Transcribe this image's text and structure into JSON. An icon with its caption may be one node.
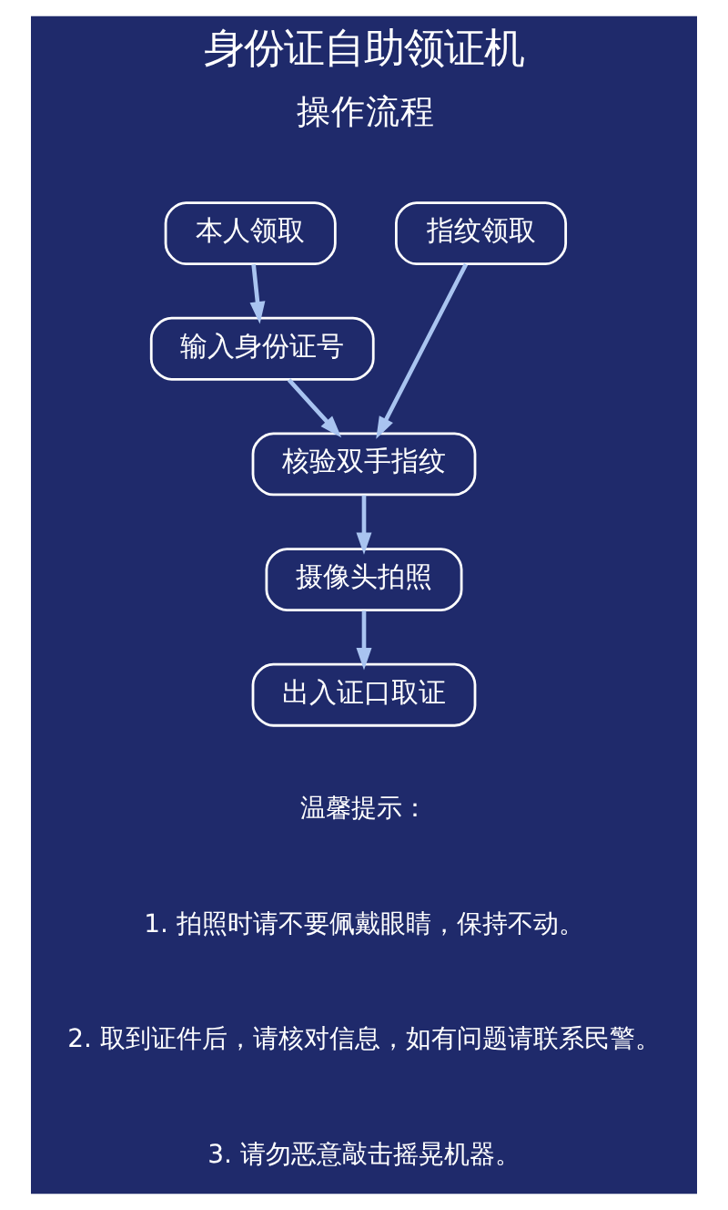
{
  "diagram": {
    "title": "身份证自助领证机",
    "nodes": [
      {
        "text": [
          "本人领取"
        ]
      },
      {
        "text": [
          "输入身份证号"
        ]
      },
      {
        "text": [
          "指纹领取"
        ]
      },
      {
        "text": [
          "核验双手指纹"
        ]
      },
      {
        "text": [
          "摄像头拍照"
        ]
      },
      {
        "text": [
          "出入证口取证"
        ]
      }
    ],
    "edges": [
      {
        "from": 0,
        "to": 1,
        "arrow": "to"
      },
      {
        "from": 1,
        "to": 3,
        "arrow": "to"
      },
      {
        "from": 2,
        "to": 3,
        "arrow": "to"
      },
      {
        "from": 3,
        "to": 4,
        "arrow": "to"
      },
      {
        "from": 4,
        "to": 5,
        "arrow": "to"
      }
    ],
    "labels": [
      "操作流程",
      "温馨提示：",
      "1. 拍照时请不要佩戴眼睛，保持不动。",
      "2. 取到证件后，请核对信息，如有问题请联系民警。",
      "3. 请勿恶意敲击摇晃机器。"
    ]
  }
}
